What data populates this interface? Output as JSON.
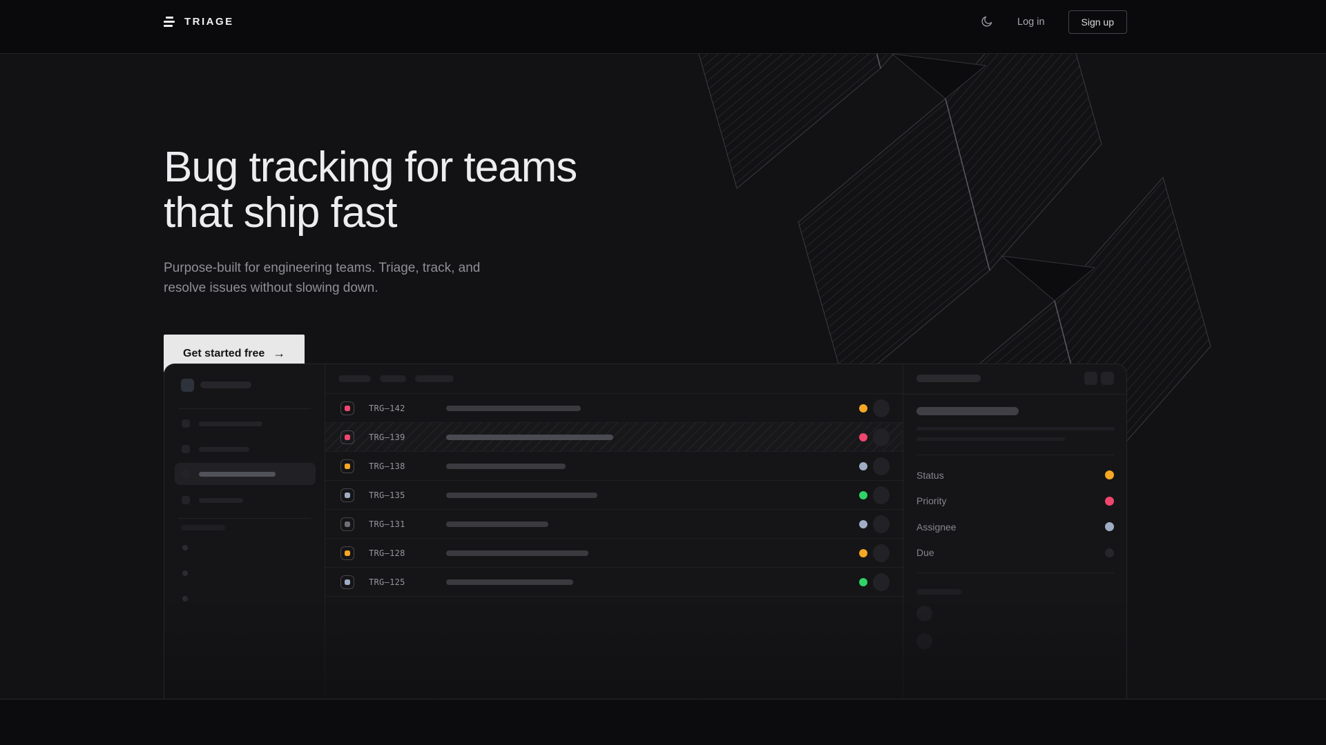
{
  "nav": {
    "brand": "TRIAGE",
    "login_label": "Log in",
    "signup_label": "Sign up"
  },
  "hero": {
    "headline": "Bug tracking for teams\nthat ship fast",
    "subtitle": "Purpose-built for engineering teams. Triage, track, and\nresolve issues without slowing down.",
    "cta_label": "Get started free",
    "cta_arrow": "→"
  },
  "colors": {
    "amber": "#f6a724",
    "rose": "#f0466e",
    "slate": "#9fadc4",
    "green": "#2ed467",
    "gray": "#6e6e76",
    "muted": "#26262b"
  },
  "mockup": {
    "issues": [
      {
        "id": "TRG–142",
        "icon": "rose",
        "dot": "amber",
        "bar": 195,
        "selected": false
      },
      {
        "id": "TRG–139",
        "icon": "rose",
        "dot": "rose",
        "bar": 242,
        "selected": true
      },
      {
        "id": "TRG–138",
        "icon": "amber",
        "dot": "slate",
        "bar": 173,
        "selected": false
      },
      {
        "id": "TRG–135",
        "icon": "slate",
        "dot": "green",
        "bar": 219,
        "selected": false
      },
      {
        "id": "TRG–131",
        "icon": "gray",
        "dot": "slate",
        "bar": 148,
        "selected": false
      },
      {
        "id": "TRG–128",
        "icon": "amber",
        "dot": "amber",
        "bar": 206,
        "selected": false
      },
      {
        "id": "TRG–125",
        "icon": "slate",
        "dot": "green",
        "bar": 184,
        "selected": false
      }
    ],
    "detail_fields": [
      {
        "label": "Status",
        "dot": "amber"
      },
      {
        "label": "Priority",
        "dot": "rose"
      },
      {
        "label": "Assignee",
        "dot": "slate"
      },
      {
        "label": "Due",
        "dot": "muted"
      }
    ]
  }
}
